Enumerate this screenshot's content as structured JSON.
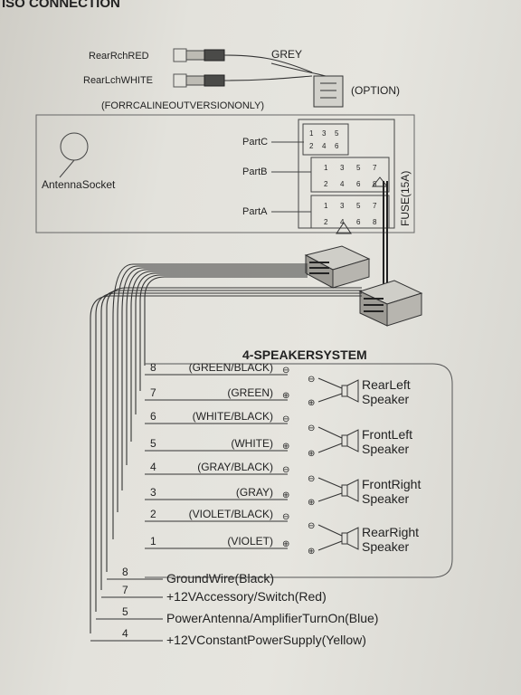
{
  "header": "ISO CONNECTION",
  "top": {
    "rca_right": "RearRchRED",
    "rca_left": "RearLchWHITE",
    "note": "(FORRCALINEOUTVERSIONONLY)",
    "grey": "GREY",
    "option": "(OPTION)"
  },
  "unit": {
    "antenna": "AntennaSocket",
    "part_c": "PartC",
    "part_b": "PartB",
    "part_a": "PartA",
    "fuse": "FUSE(15A)",
    "pins_c": [
      "1",
      "3",
      "5",
      "2",
      "4",
      "6"
    ],
    "pins_b": [
      "1",
      "3",
      "5",
      "7",
      "2",
      "4",
      "6",
      "8"
    ],
    "pins_a": [
      "1",
      "3",
      "5",
      "7",
      "2",
      "4",
      "6",
      "8"
    ]
  },
  "speakers": {
    "title": "4-SPEAKERSYSTEM",
    "wires": [
      {
        "pin": "8",
        "color": "(GREEN/BLACK)",
        "pol": "⊖"
      },
      {
        "pin": "7",
        "color": "(GREEN)",
        "pol": "⊕"
      },
      {
        "pin": "6",
        "color": "(WHITE/BLACK)",
        "pol": "⊖"
      },
      {
        "pin": "5",
        "color": "(WHITE)",
        "pol": "⊕"
      },
      {
        "pin": "4",
        "color": "(GRAY/BLACK)",
        "pol": "⊖"
      },
      {
        "pin": "3",
        "color": "(GRAY)",
        "pol": "⊕"
      },
      {
        "pin": "2",
        "color": "(VIOLET/BLACK)",
        "pol": "⊖"
      },
      {
        "pin": "1",
        "color": "(VIOLET)",
        "pol": "⊕"
      }
    ],
    "units": [
      {
        "line1": "RearLeft",
        "line2": "Speaker"
      },
      {
        "line1": "FrontLeft",
        "line2": "Speaker"
      },
      {
        "line1": "FrontRight",
        "line2": "Speaker"
      },
      {
        "line1": "RearRight",
        "line2": "Speaker"
      }
    ]
  },
  "power": [
    {
      "pin": "8",
      "label": "GroundWire(Black)"
    },
    {
      "pin": "7",
      "label": "+12VAccessory/Switch(Red)"
    },
    {
      "pin": "5",
      "label": "PowerAntenna/AmplifierTurnOn(Blue)"
    },
    {
      "pin": "4",
      "label": "+12VConstantPowerSupply(Yellow)"
    }
  ]
}
